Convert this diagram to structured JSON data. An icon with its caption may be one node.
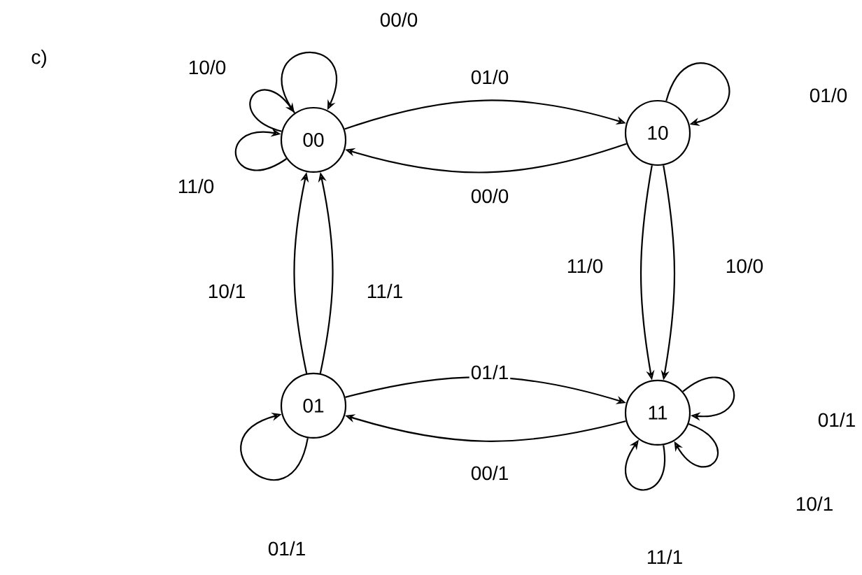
{
  "diagram": {
    "nodes": [
      {
        "text": [
          "00"
        ]
      },
      {
        "text": [
          "10"
        ]
      },
      {
        "text": [
          "01"
        ]
      },
      {
        "text": [
          "11"
        ]
      }
    ],
    "edges": [
      {
        "from": 0,
        "to": 0,
        "arrow": "to",
        "label": "00/0"
      },
      {
        "from": 0,
        "to": 0,
        "arrow": "to",
        "label": "10/0"
      },
      {
        "from": 0,
        "to": 0,
        "arrow": "to",
        "label": "11/0"
      },
      {
        "from": 0,
        "to": 1,
        "arrow": "to",
        "label": "01/0"
      },
      {
        "from": 1,
        "to": 0,
        "arrow": "to",
        "label": "00/0"
      },
      {
        "from": 1,
        "to": 1,
        "arrow": "to",
        "label": "01/0"
      },
      {
        "from": 1,
        "to": 3,
        "arrow": "to",
        "label": "11/0"
      },
      {
        "from": 1,
        "to": 3,
        "arrow": "to",
        "label": "10/0"
      },
      {
        "from": 2,
        "to": 0,
        "arrow": "to",
        "label": "10/1"
      },
      {
        "from": 2,
        "to": 0,
        "arrow": "to",
        "label": "11/1"
      },
      {
        "from": 2,
        "to": 3,
        "arrow": "to",
        "label": "01/1"
      },
      {
        "from": 3,
        "to": 2,
        "arrow": "to",
        "label": "00/1"
      },
      {
        "from": 2,
        "to": 2,
        "arrow": "to",
        "label": "01/1"
      },
      {
        "from": 3,
        "to": 3,
        "arrow": "to",
        "label": "01/1"
      },
      {
        "from": 3,
        "to": 3,
        "arrow": "to",
        "label": "10/1"
      },
      {
        "from": 3,
        "to": 3,
        "arrow": "to",
        "label": "11/1"
      }
    ],
    "labels": [
      "c)"
    ]
  }
}
